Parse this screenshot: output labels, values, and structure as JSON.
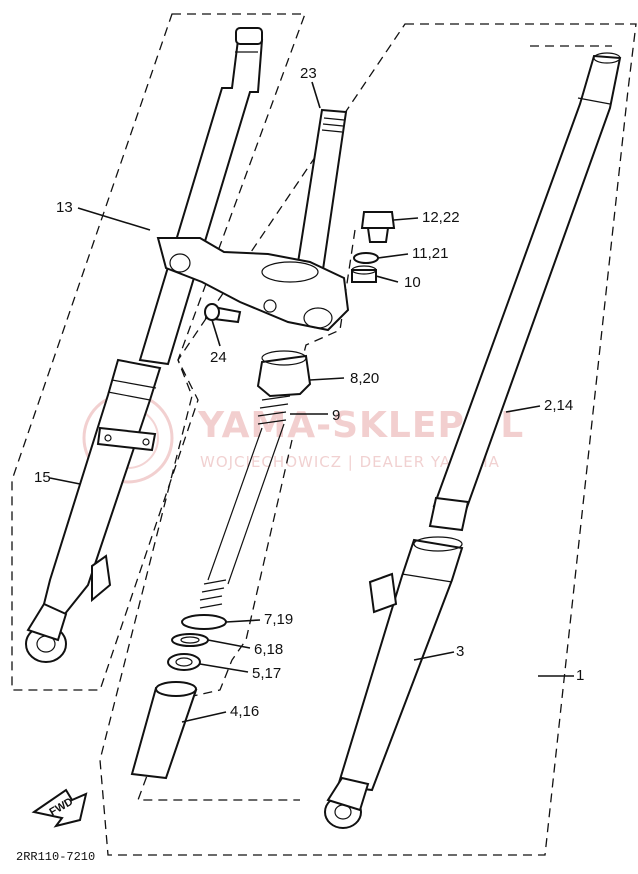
{
  "diagram_code": "2RR110-7210",
  "watermark": {
    "brand": "YAMA-SKLEP.PL",
    "dealer": "WOJCIECHOWICZ | DEALER YAMAHA"
  },
  "direction_badge": "FWD",
  "callouts": [
    {
      "id": "23",
      "text": "23"
    },
    {
      "id": "13",
      "text": "13"
    },
    {
      "id": "12_22",
      "text": "12,22"
    },
    {
      "id": "11_21",
      "text": "11,21"
    },
    {
      "id": "10",
      "text": "10"
    },
    {
      "id": "24",
      "text": "24"
    },
    {
      "id": "8_20",
      "text": "8,20"
    },
    {
      "id": "9",
      "text": "9"
    },
    {
      "id": "2_14",
      "text": "2,14"
    },
    {
      "id": "15",
      "text": "15"
    },
    {
      "id": "7_19",
      "text": "7,19"
    },
    {
      "id": "6_18",
      "text": "6,18"
    },
    {
      "id": "5_17",
      "text": "5,17"
    },
    {
      "id": "3",
      "text": "3"
    },
    {
      "id": "1",
      "text": "1"
    },
    {
      "id": "4_16",
      "text": "4,16"
    }
  ]
}
